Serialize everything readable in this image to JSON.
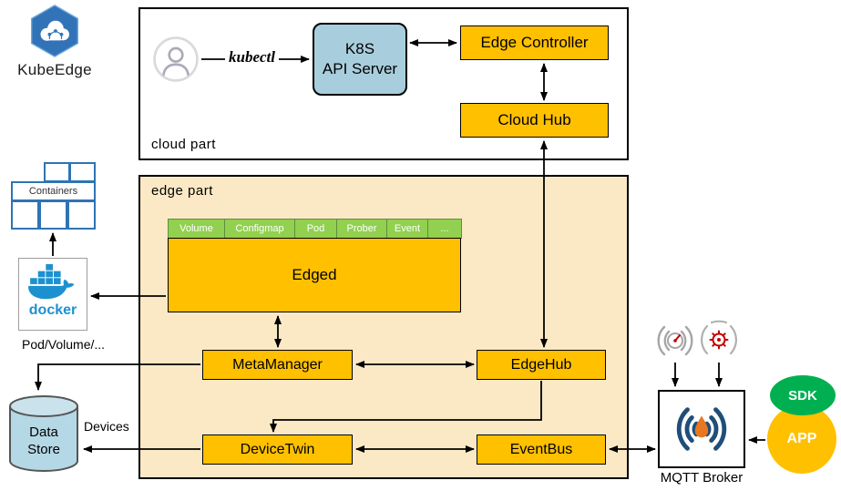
{
  "logo": {
    "label": "KubeEdge"
  },
  "cloud_part": {
    "label": "cloud part",
    "kubectl_label": "kubectl",
    "api_server": {
      "line1": "K8S",
      "line2": "API Server"
    },
    "edge_controller": "Edge Controller",
    "cloud_hub": "Cloud Hub"
  },
  "edge_part": {
    "label": "edge part",
    "edged": {
      "label": "Edged",
      "tabs": [
        "Volume",
        "Configmap",
        "Pod",
        "Prober",
        "Event",
        "..."
      ]
    },
    "meta_manager": "MetaManager",
    "edge_hub": "EdgeHub",
    "device_twin": "DeviceTwin",
    "event_bus": "EventBus"
  },
  "runtime": {
    "containers_label": "Containers",
    "docker_label": "docker",
    "pod_volume_label": "Pod/Volume/...",
    "data_store": {
      "line1": "Data",
      "line2": "Store"
    },
    "devices_label": "Devices"
  },
  "south": {
    "mqtt_broker_label": "MQTT Broker",
    "sdk_label": "SDK",
    "app_label": "APP"
  },
  "colors": {
    "component_orange": "#FFC000",
    "api_server_blue": "#A8CEDD",
    "edge_part_bg": "#FBE9C5",
    "tab_green": "#92D050",
    "docker_blue": "#1D91D0",
    "container_blue": "#2E74B5",
    "data_store_blue": "#B5D8E6",
    "mqtt_navy": "#1F4E79",
    "mqtt_orange": "#E87722",
    "sdk_green": "#00B050",
    "logo_blue": "#3273B8",
    "sensor_red": "#C00000"
  }
}
